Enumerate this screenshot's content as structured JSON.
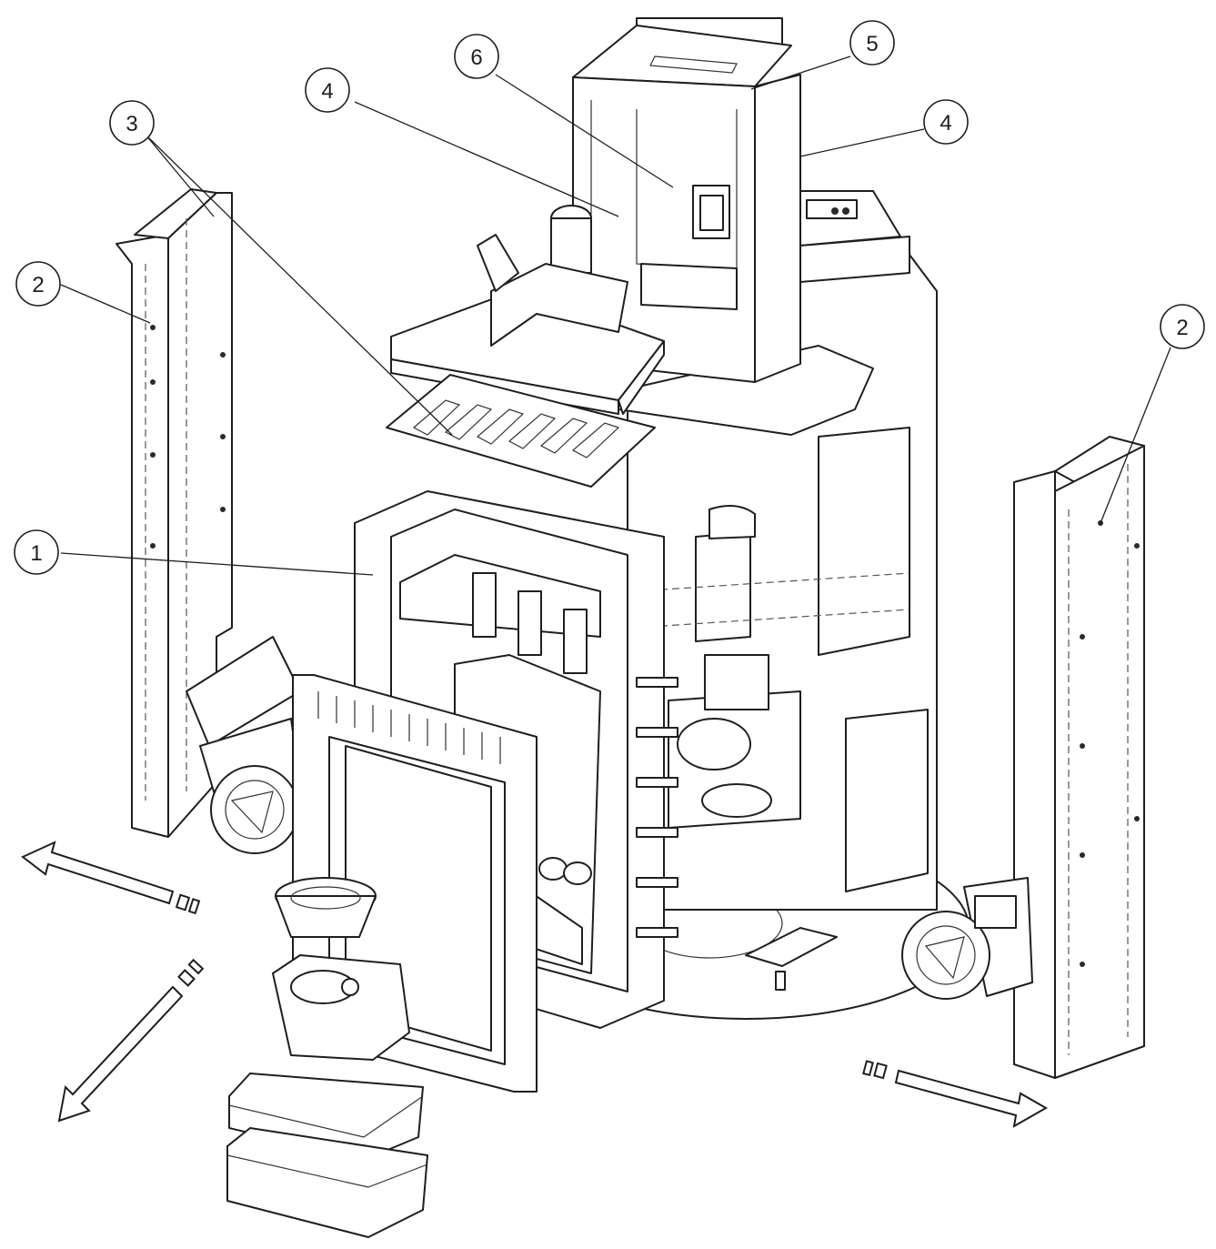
{
  "diagram": {
    "callouts": [
      {
        "id": "callout-1",
        "label": "1"
      },
      {
        "id": "callout-2-left",
        "label": "2"
      },
      {
        "id": "callout-2-right",
        "label": "2"
      },
      {
        "id": "callout-3",
        "label": "3"
      },
      {
        "id": "callout-4-left",
        "label": "4"
      },
      {
        "id": "callout-4-right",
        "label": "4"
      },
      {
        "id": "callout-5",
        "label": "5"
      },
      {
        "id": "callout-6",
        "label": "6"
      }
    ],
    "arrows": [
      {
        "id": "arrow-left",
        "direction": "left"
      },
      {
        "id": "arrow-down-left",
        "direction": "down-left"
      },
      {
        "id": "arrow-right",
        "direction": "down-right"
      }
    ]
  }
}
